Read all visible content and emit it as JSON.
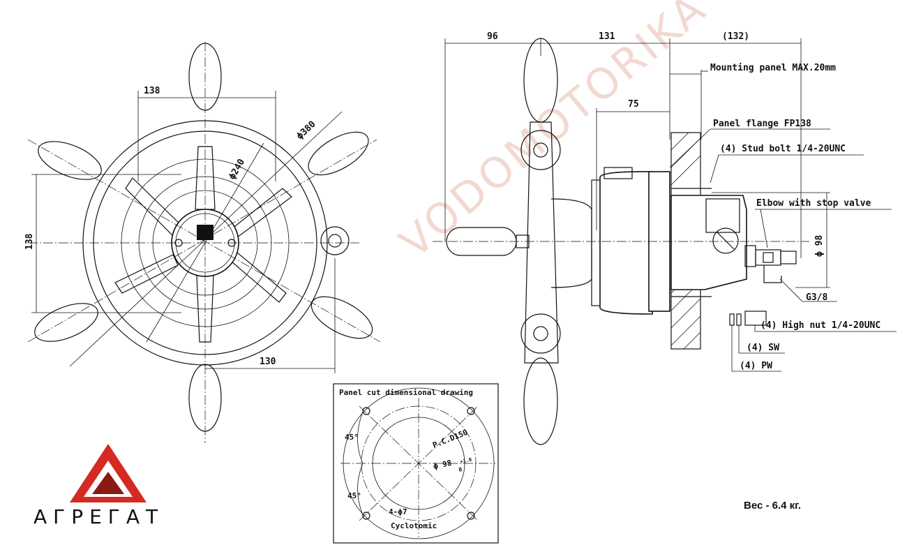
{
  "watermark": "VODOMOTORIKA",
  "colors": {
    "line": "#111111",
    "logo_red": "#d42a22",
    "logo_dark": "#8c1a14",
    "watermark": "#f1d9d2"
  },
  "front_view": {
    "dim_width": "138",
    "dim_height": "138",
    "dim_outer": "ϕ380",
    "dim_inner": "ϕ240",
    "dim_offset": "130"
  },
  "side_view": {
    "dim_96": "96",
    "dim_131": "131",
    "dim_132": "(132)",
    "dim_75": "75",
    "dim_98": "ϕ 98",
    "labels": {
      "mounting_panel": "Mounting panel MAX.20mm",
      "panel_flange": "Panel flange FP138",
      "stud_bolt": "(4) Stud bolt 1/4-20UNC",
      "elbow": "Elbow with stop valve",
      "g38": "G3/8",
      "high_nut": "(4) High nut 1/4-20UNC",
      "sw": "(4) SW",
      "pw": "(4) PW"
    }
  },
  "panel_cut": {
    "title": "Panel cut dimensional drawing",
    "angle_top": "45°",
    "angle_bottom": "45°",
    "pcd": "P.C.D150",
    "bore": "ϕ 98",
    "bore_sub": "0",
    "bore_sup": "+1.0",
    "holes": "4-ϕ7",
    "cyclotomic": "Cyclotomic"
  },
  "logo": {
    "text": "АГРЕГАТ"
  },
  "weight": "Вес - 6.4 кг."
}
